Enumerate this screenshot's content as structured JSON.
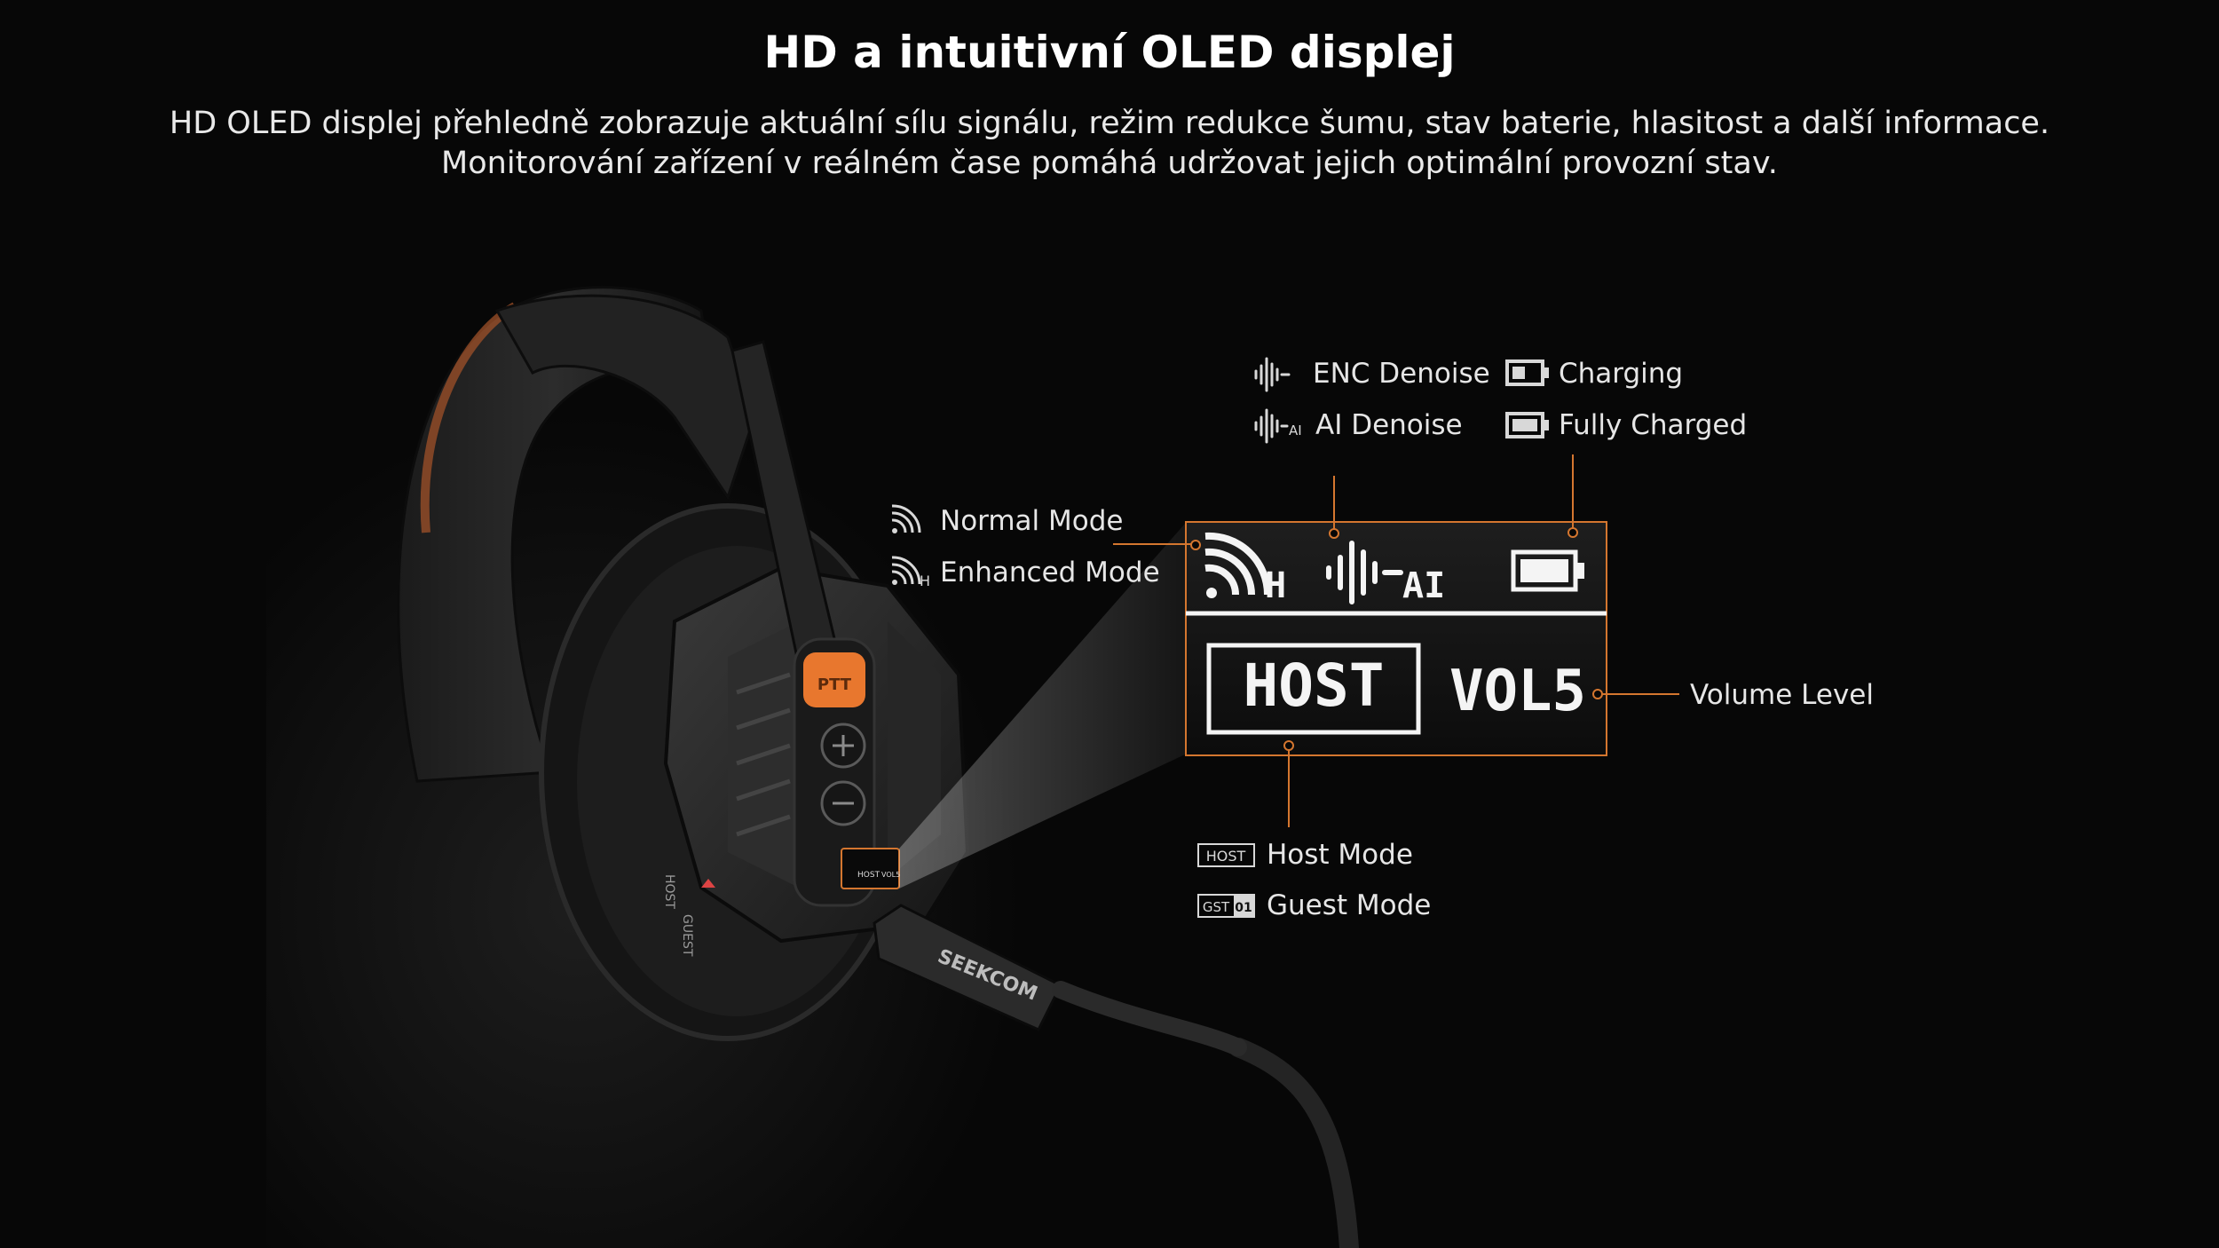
{
  "header": {
    "title": "HD a intuitivní OLED displej",
    "subtitle_line1": "HD OLED displej přehledně zobrazuje aktuální sílu signálu, režim redukce šumu, stav baterie, hlasitost a další informace.",
    "subtitle_line2": "Monitorování zařízení v reálném čase pomáhá udržovat jejich optimální provozní stav."
  },
  "legend": {
    "enc_denoise": "ENC Denoise",
    "ai_denoise": "AI Denoise",
    "charging": "Charging",
    "fully_charged": "Fully Charged",
    "normal_mode": "Normal Mode",
    "enhanced_mode": "Enhanced Mode",
    "volume_level": "Volume Level",
    "host_mode": "Host Mode",
    "guest_mode": "Guest Mode"
  },
  "oled": {
    "signal_suffix": "H",
    "ai_suffix": "AI",
    "mode_box": "HOST",
    "volume": "VOL5"
  },
  "icons": {
    "host_badge": "HOST",
    "guest_badge_text": "GST",
    "guest_badge_num": "01",
    "ai_small": "AI",
    "h_small": "H"
  },
  "device": {
    "ptt_label": "PTT",
    "brand": "SEEKCOM",
    "switch_host": "HOST",
    "switch_guest": "GUEST",
    "mini_host": "HOST",
    "mini_vol": "VOL5"
  },
  "colors": {
    "accent_orange": "#e8772e",
    "background": "#070707",
    "oled_white": "#f4f4f4"
  }
}
